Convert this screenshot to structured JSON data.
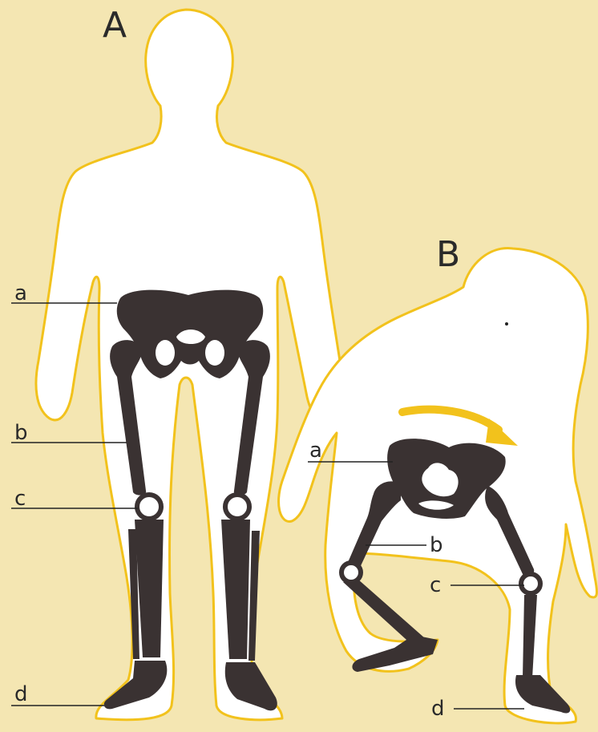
{
  "figures": {
    "human": {
      "letter": "A"
    },
    "ape": {
      "letter": "B"
    }
  },
  "labels": {
    "human": {
      "a": "a",
      "b": "b",
      "c": "c",
      "d": "d"
    },
    "ape": {
      "a": "a",
      "b": "b",
      "c": "c",
      "d": "d"
    }
  },
  "colors": {
    "background": "#f4e6b2",
    "outline": "#f2c21c",
    "bone": "#3a3232",
    "arrow": "#f2c21c"
  }
}
